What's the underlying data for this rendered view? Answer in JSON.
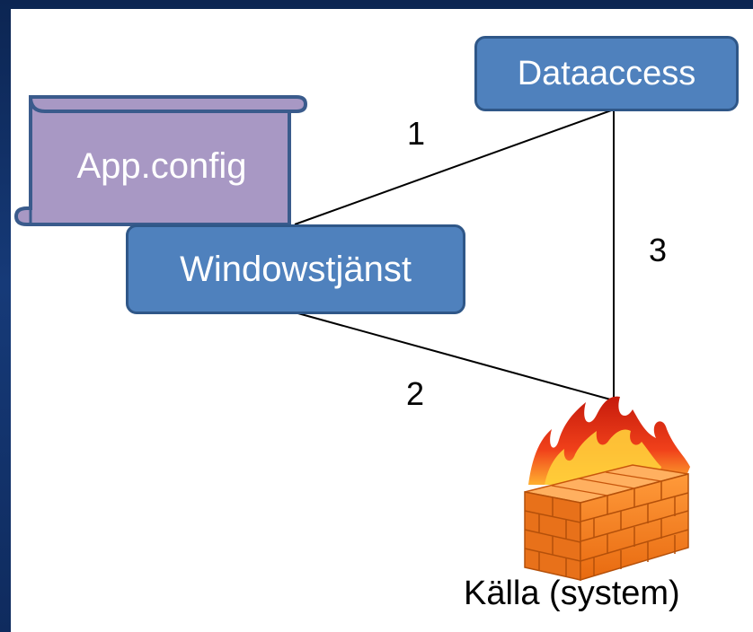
{
  "nodes": {
    "config": {
      "label": "App.config",
      "fill": "#a898c4"
    },
    "dataaccess": {
      "label": "Dataaccess",
      "fill": "#4f81bd"
    },
    "service": {
      "label": "Windowstjänst",
      "fill": "#4f81bd"
    },
    "source": {
      "label": "Källa (system)"
    }
  },
  "edges": [
    {
      "label": "1",
      "from": "service",
      "to": "dataaccess"
    },
    {
      "label": "2",
      "from": "service",
      "to": "source"
    },
    {
      "label": "3",
      "from": "dataaccess",
      "to": "source"
    }
  ],
  "colors": {
    "frame": "#163a78",
    "box_border": "#2f5788",
    "scroll_border": "#3a5b8c",
    "line": "#000000",
    "brick": "#f07a1a",
    "flame_outer": "#d91c0c",
    "flame_inner": "#ffd23a"
  },
  "icons": {
    "source": "firewall-icon",
    "config": "scroll-icon"
  }
}
